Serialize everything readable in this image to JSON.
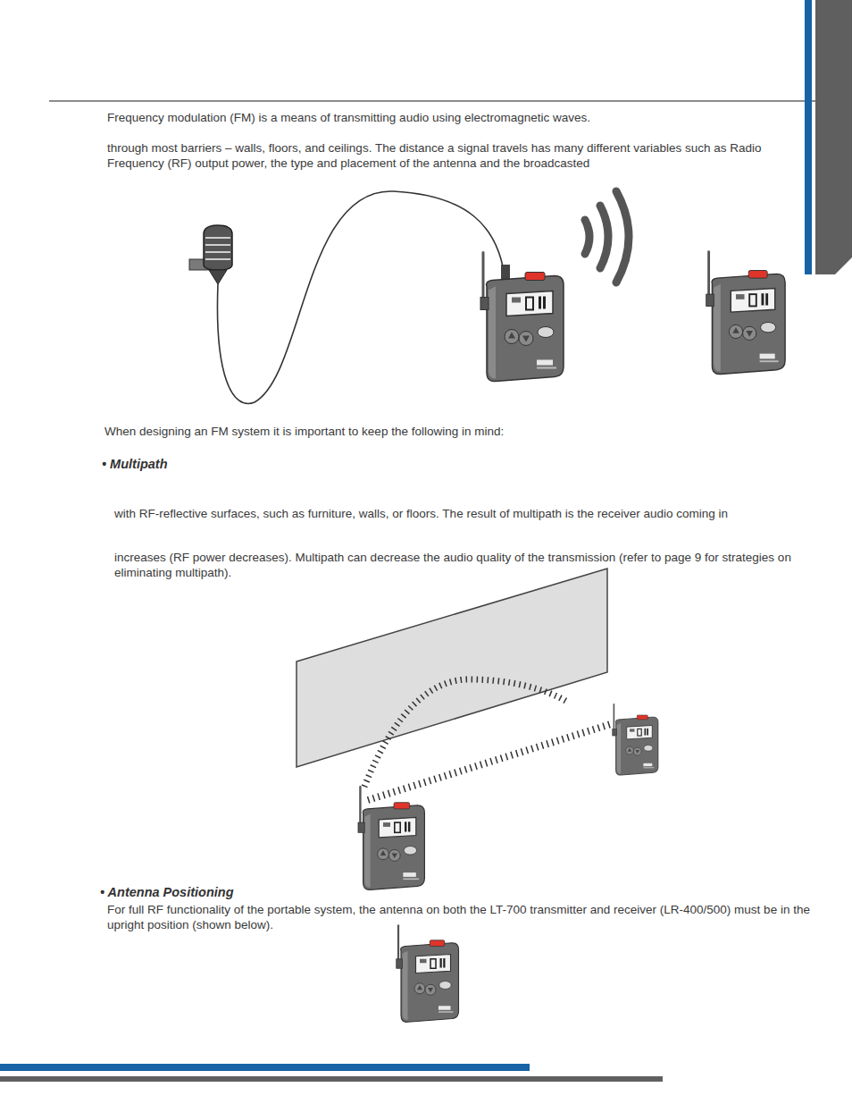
{
  "diagram": {
    "labels": [
      "Frequency modulation (FM) is a means of transmitting audio using electromagnetic waves.",
      "through most barriers – walls, floors, and ceilings. The distance a signal travels has many different variables such as Radio Frequency (RF) output power, the type and placement of the antenna and the broadcasted",
      "When designing an FM system it is important to keep the following in mind:",
      "• Multipath",
      "with RF-reflective surfaces, such as furniture, walls, or floors. The result of multipath is the receiver audio coming in",
      "increases (RF power decreases). Multipath can decrease the audio quality of the transmission (refer to  page 9 for strategies on eliminating multipath).",
      "• Antenna Positioning",
      "For full RF functionality of the portable system, the antenna on both the LT-700 transmitter and receiver (LR-400/500) must be in the upright position (shown below)."
    ]
  }
}
